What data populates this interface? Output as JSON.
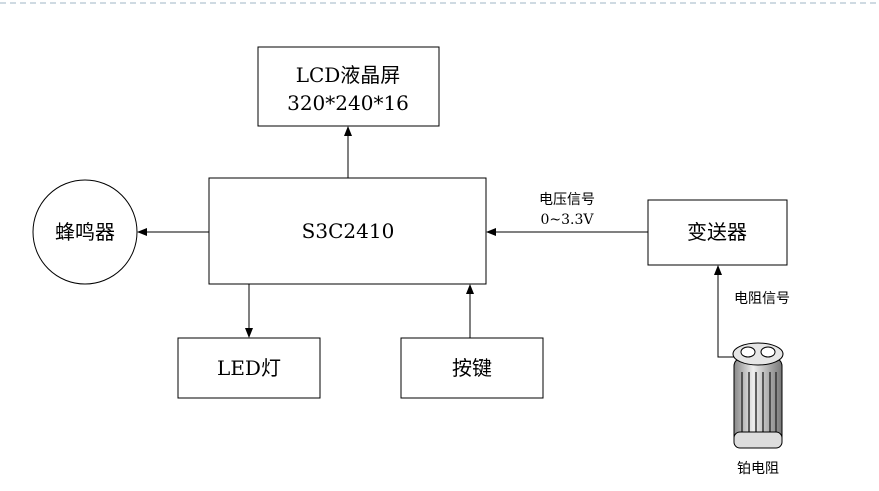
{
  "nodes": {
    "lcd": {
      "line1": "LCD液晶屏",
      "line2": "320*240*16"
    },
    "cpu": {
      "label": "S3C2410"
    },
    "buzzer": {
      "label": "蜂鸣器"
    },
    "transmitter": {
      "label": "变送器"
    },
    "led": {
      "label": "LED灯"
    },
    "keys": {
      "label": "按键"
    },
    "pt_resistor": {
      "label": "铂电阻"
    }
  },
  "edges": {
    "voltage_signal": {
      "line1": "电压信号",
      "line2": "0~3.3V"
    },
    "resistance_signal": {
      "label": "电阻信号"
    }
  },
  "colors": {
    "line": "#000000",
    "dashed_rule": "#9fb4c4"
  }
}
